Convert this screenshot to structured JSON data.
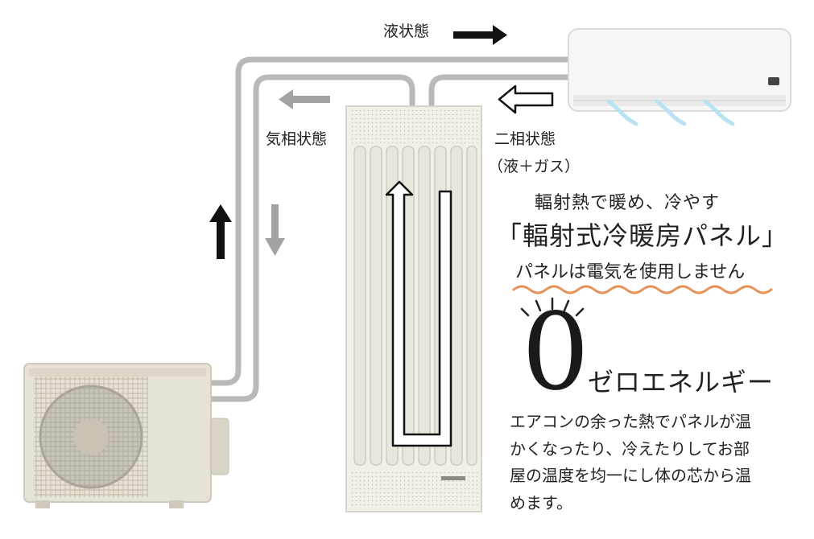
{
  "labels": {
    "liquid_state": "液状態",
    "gas_state": "気相状態",
    "two_phase_line1": "二相状態",
    "two_phase_line2": "（液＋ガス）"
  },
  "headline": {
    "subtitle": "輻射熱で暖め、冷やす",
    "title": "「輻射式冷暖房パネル」",
    "note": "パネルは電気を使用しません"
  },
  "zero_energy": {
    "digit": "0",
    "label": "ゼロエネルギー"
  },
  "description": [
    "エアコンの余った熱でパネルが温",
    "かくなったり、冷えたりしてお部",
    "屋の温度を均一にし体の芯から温",
    "めます。"
  ],
  "colors": {
    "pipe": "#b9b9b9",
    "arrow_dark": "#111111",
    "arrow_gray": "#a3a3a3",
    "wave": "#e8905a",
    "panel": "#f1efe8",
    "outdoor_unit": "#e6e2d6"
  },
  "icons": [
    "outdoor-unit-icon",
    "indoor-ac-unit-icon",
    "radiant-panel-icon",
    "shine-rays-icon"
  ]
}
